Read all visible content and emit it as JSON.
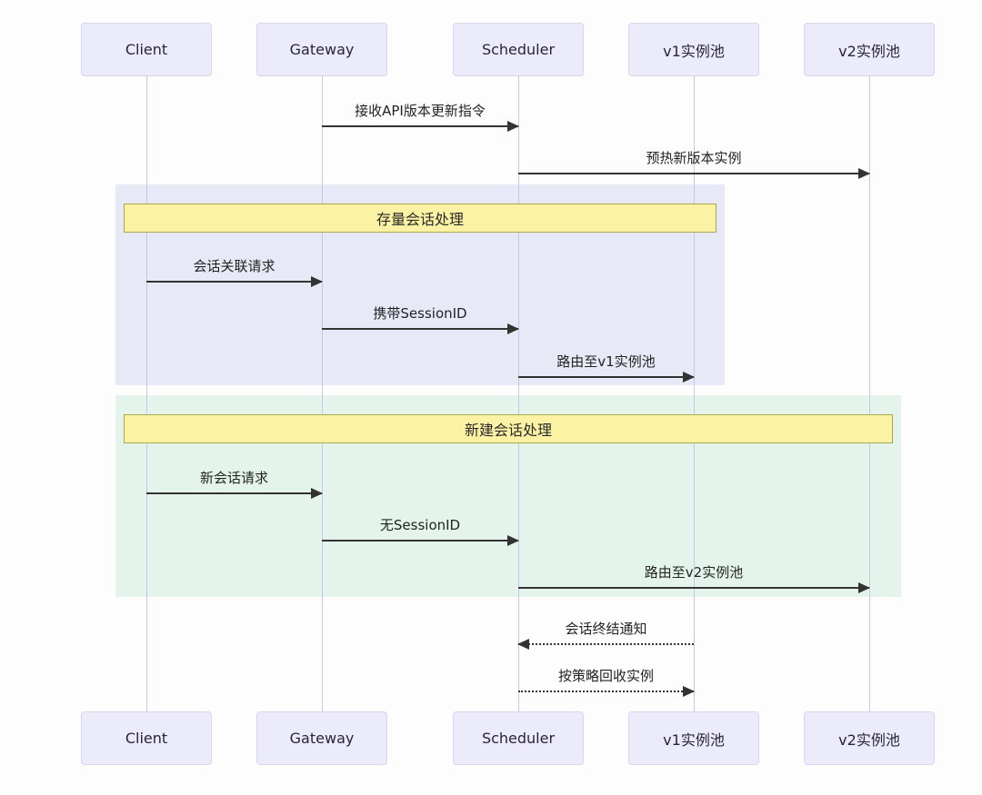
{
  "diagram": {
    "type": "sequence",
    "actors": [
      {
        "name": "Client"
      },
      {
        "name": "Gateway"
      },
      {
        "name": "Scheduler"
      },
      {
        "name": "v1实例池"
      },
      {
        "name": "v2实例池"
      }
    ],
    "groups": [
      {
        "label": "存量会话处理",
        "bg": "#e7eaf6",
        "band_bg": "#fbf3a3",
        "band_border": "#a9a84f"
      },
      {
        "label": "新建会话处理",
        "bg": "#e4f4eb",
        "band_bg": "#fbf3a3",
        "band_border": "#a9a84f"
      }
    ],
    "messages": [
      {
        "from": "Gateway",
        "to": "Scheduler",
        "label": "接收API版本更新指令",
        "line": "solid"
      },
      {
        "from": "Scheduler",
        "to": "v2实例池",
        "label": "预热新版本实例",
        "line": "solid"
      },
      {
        "from": "Client",
        "to": "Gateway",
        "label": "会话关联请求",
        "line": "solid",
        "group": "存量会话处理"
      },
      {
        "from": "Gateway",
        "to": "Scheduler",
        "label": "携带SessionID",
        "line": "solid",
        "group": "存量会话处理"
      },
      {
        "from": "Scheduler",
        "to": "v1实例池",
        "label": "路由至v1实例池",
        "line": "solid",
        "group": "存量会话处理"
      },
      {
        "from": "Client",
        "to": "Gateway",
        "label": "新会话请求",
        "line": "solid",
        "group": "新建会话处理"
      },
      {
        "from": "Gateway",
        "to": "Scheduler",
        "label": "无SessionID",
        "line": "solid",
        "group": "新建会话处理"
      },
      {
        "from": "Scheduler",
        "to": "v2实例池",
        "label": "路由至v2实例池",
        "line": "solid",
        "group": "新建会话处理"
      },
      {
        "from": "v1实例池",
        "to": "Scheduler",
        "label": "会话终结通知",
        "line": "dashed"
      },
      {
        "from": "Scheduler",
        "to": "v1实例池",
        "label": "按策略回收实例",
        "line": "dashed"
      }
    ],
    "colors": {
      "background": "#fdfdfd",
      "actor_fill": "#ecebf9",
      "actor_border": "#d8d5ee",
      "lifeline": "#c9c5e6",
      "arrow": "#333333",
      "text": "#2a2a2a",
      "fragment_existing_bg": "#e7eaf6",
      "fragment_new_bg": "#e4f4eb",
      "band_fill": "#fbf3a3",
      "band_border": "#a9a84f"
    }
  }
}
